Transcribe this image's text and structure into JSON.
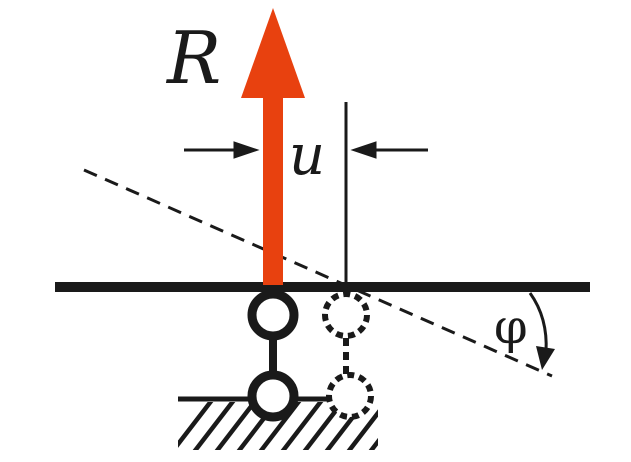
{
  "labels": {
    "force": "R",
    "offset": "u",
    "angle": "φ"
  },
  "colors": {
    "force_arrow": "#e8410f",
    "ink": "#1a1a1a",
    "background": "#ffffff"
  }
}
